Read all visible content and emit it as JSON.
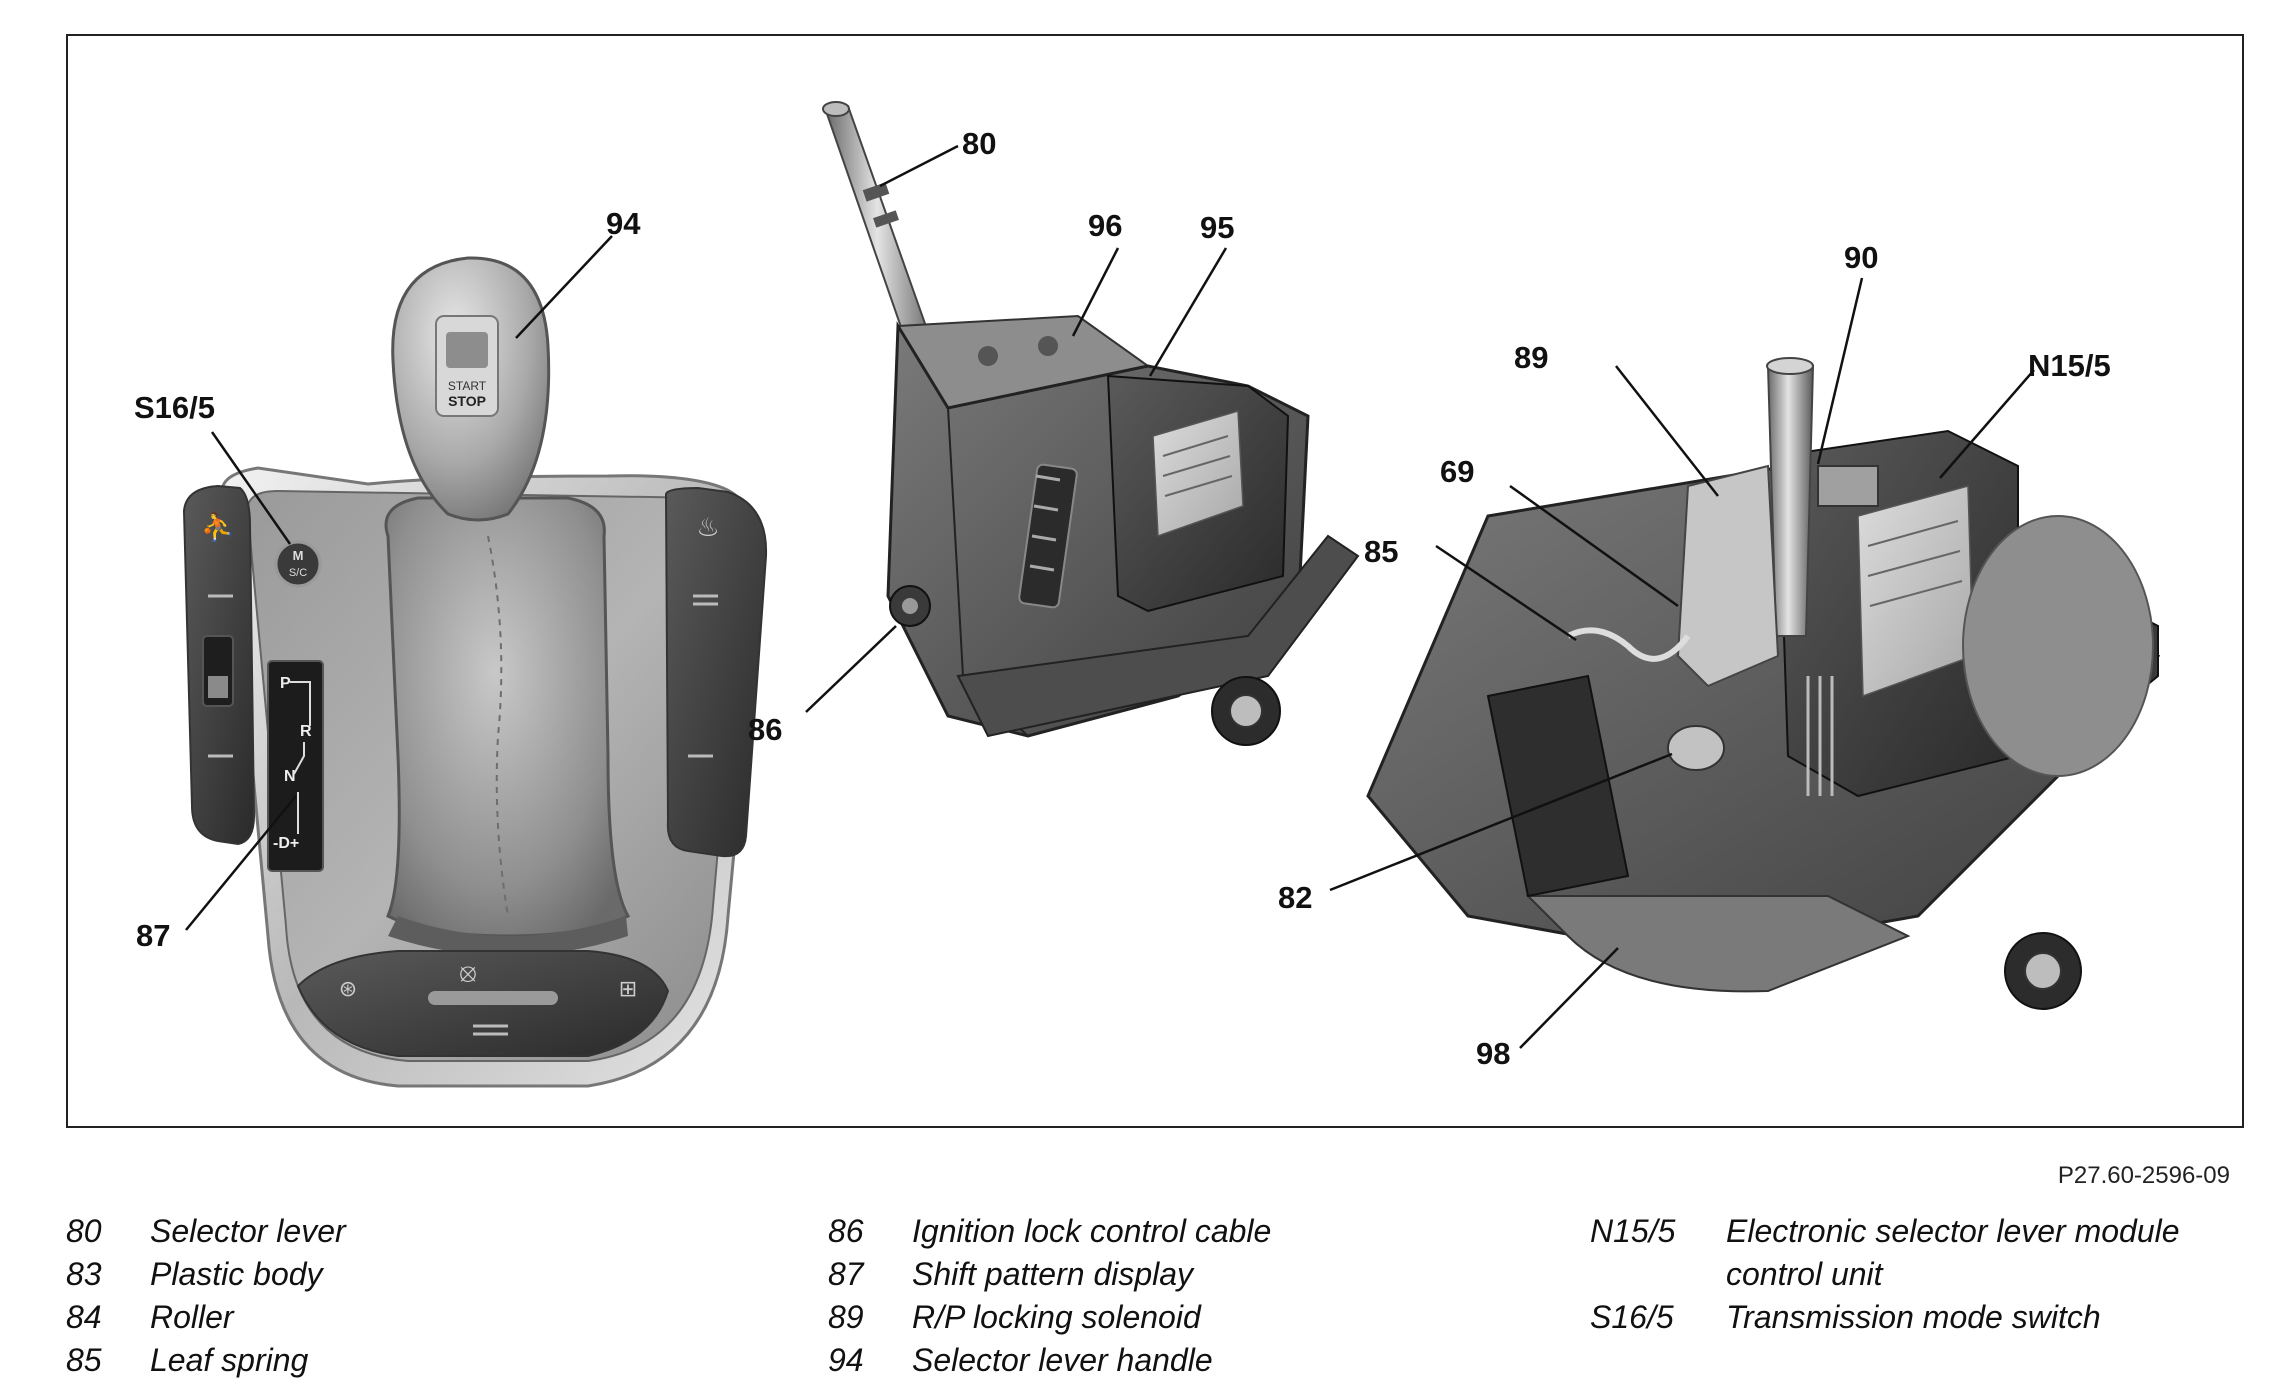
{
  "figure_code": "P27.60-2596-09",
  "callouts": [
    {
      "id": "80",
      "label": "80"
    },
    {
      "id": "96",
      "label": "96"
    },
    {
      "id": "95",
      "label": "95"
    },
    {
      "id": "94",
      "label": "94"
    },
    {
      "id": "90",
      "label": "90"
    },
    {
      "id": "89",
      "label": "89"
    },
    {
      "id": "N15/5",
      "label": "N15/5"
    },
    {
      "id": "S16/5",
      "label": "S16/5"
    },
    {
      "id": "69",
      "label": "69"
    },
    {
      "id": "85",
      "label": "85"
    },
    {
      "id": "86",
      "label": "86"
    },
    {
      "id": "82",
      "label": "82"
    },
    {
      "id": "87",
      "label": "87"
    },
    {
      "id": "98",
      "label": "98"
    }
  ],
  "legend": [
    [
      {
        "num": "80",
        "desc": "Selector lever"
      },
      {
        "num": "83",
        "desc": "Plastic body"
      },
      {
        "num": "84",
        "desc": "Roller"
      },
      {
        "num": "85",
        "desc": "Leaf spring"
      }
    ],
    [
      {
        "num": "86",
        "desc": "Ignition lock control cable"
      },
      {
        "num": "87",
        "desc": "Shift pattern display"
      },
      {
        "num": "89",
        "desc": "R/P locking solenoid"
      },
      {
        "num": "94",
        "desc": "Selector lever handle"
      }
    ],
    [
      {
        "num": "N15/5",
        "desc": "Electronic selector lever module\ncontrol unit"
      },
      {
        "num": "S16/5",
        "desc": "Transmission mode switch"
      }
    ]
  ],
  "selector_gates": [
    "P",
    "R",
    "N",
    "-D+"
  ],
  "knob_text": [
    "START",
    "STOP"
  ],
  "mode_button_text": [
    "M",
    "S/C"
  ]
}
